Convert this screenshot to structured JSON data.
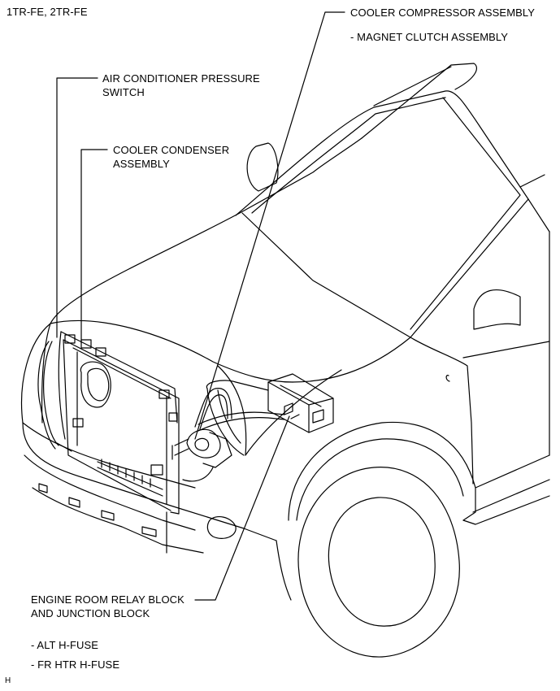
{
  "header": {
    "engine_models": "1TR-FE, 2TR-FE"
  },
  "callouts": {
    "compressor": {
      "title": "COOLER COMPRESSOR ASSEMBLY",
      "sub": "- MAGNET CLUTCH ASSEMBLY"
    },
    "pressure_switch": {
      "line1": "AIR CONDITIONER PRESSURE",
      "line2": "SWITCH"
    },
    "condenser": {
      "line1": "COOLER CONDENSER",
      "line2": "ASSEMBLY"
    },
    "relay_block": {
      "line1": "ENGINE ROOM RELAY BLOCK",
      "line2": "AND JUNCTION BLOCK",
      "fuse1": "- ALT H-FUSE",
      "fuse2": "- FR HTR H-FUSE"
    }
  },
  "footer": {
    "code": "H"
  },
  "colors": {
    "line": "#000000",
    "background": "#ffffff"
  }
}
